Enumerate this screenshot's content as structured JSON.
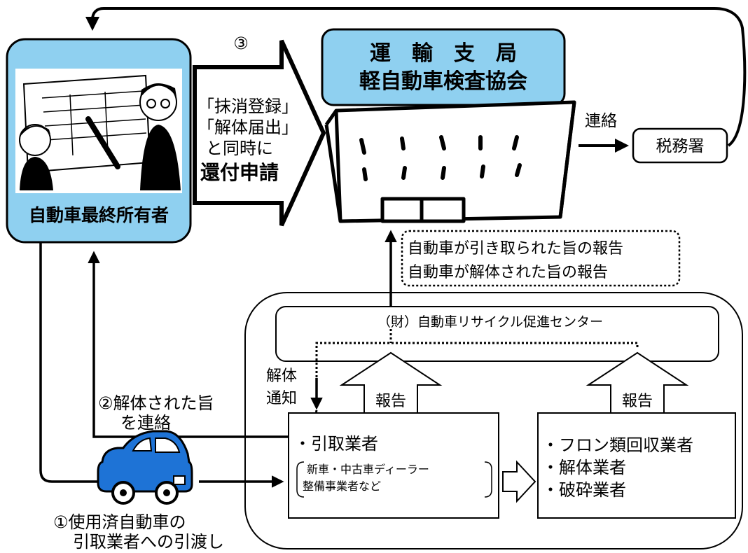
{
  "owner": {
    "label": "自動車最終所有者",
    "box_color": "#8fd0f0"
  },
  "step3": {
    "number": "③",
    "lines": [
      "「抹消登録」",
      "「解体届出」",
      "と同時に",
      "還付申請"
    ]
  },
  "transport_office": {
    "line1": "運　輸　支　局",
    "line2": "軽自動車検査協会",
    "box_color": "#8fd0f0"
  },
  "contact_label": "連絡",
  "tax_office": "税務署",
  "report_box": {
    "line1": "自動車が引き取られた旨の報告",
    "line2": "自動車が解体された旨の報告"
  },
  "recycling_center": "（財）自動車リサイクル促進センター",
  "dismantle_notice": [
    "解体",
    "通知"
  ],
  "report_label_left": "報告",
  "report_label_right": "報告",
  "step2": [
    "②解体された旨",
    "を連絡"
  ],
  "collector_box": {
    "title": "・引取業者",
    "sub1": "新車・中古車ディーラー",
    "sub2": "整備事業者など"
  },
  "processor_box": {
    "items": [
      "・フロン類回収業者",
      "・解体業者",
      "・破砕業者"
    ]
  },
  "step1": [
    "①使用済自動車の",
    "引取業者への引渡し"
  ],
  "car_color": "#1e73d6"
}
